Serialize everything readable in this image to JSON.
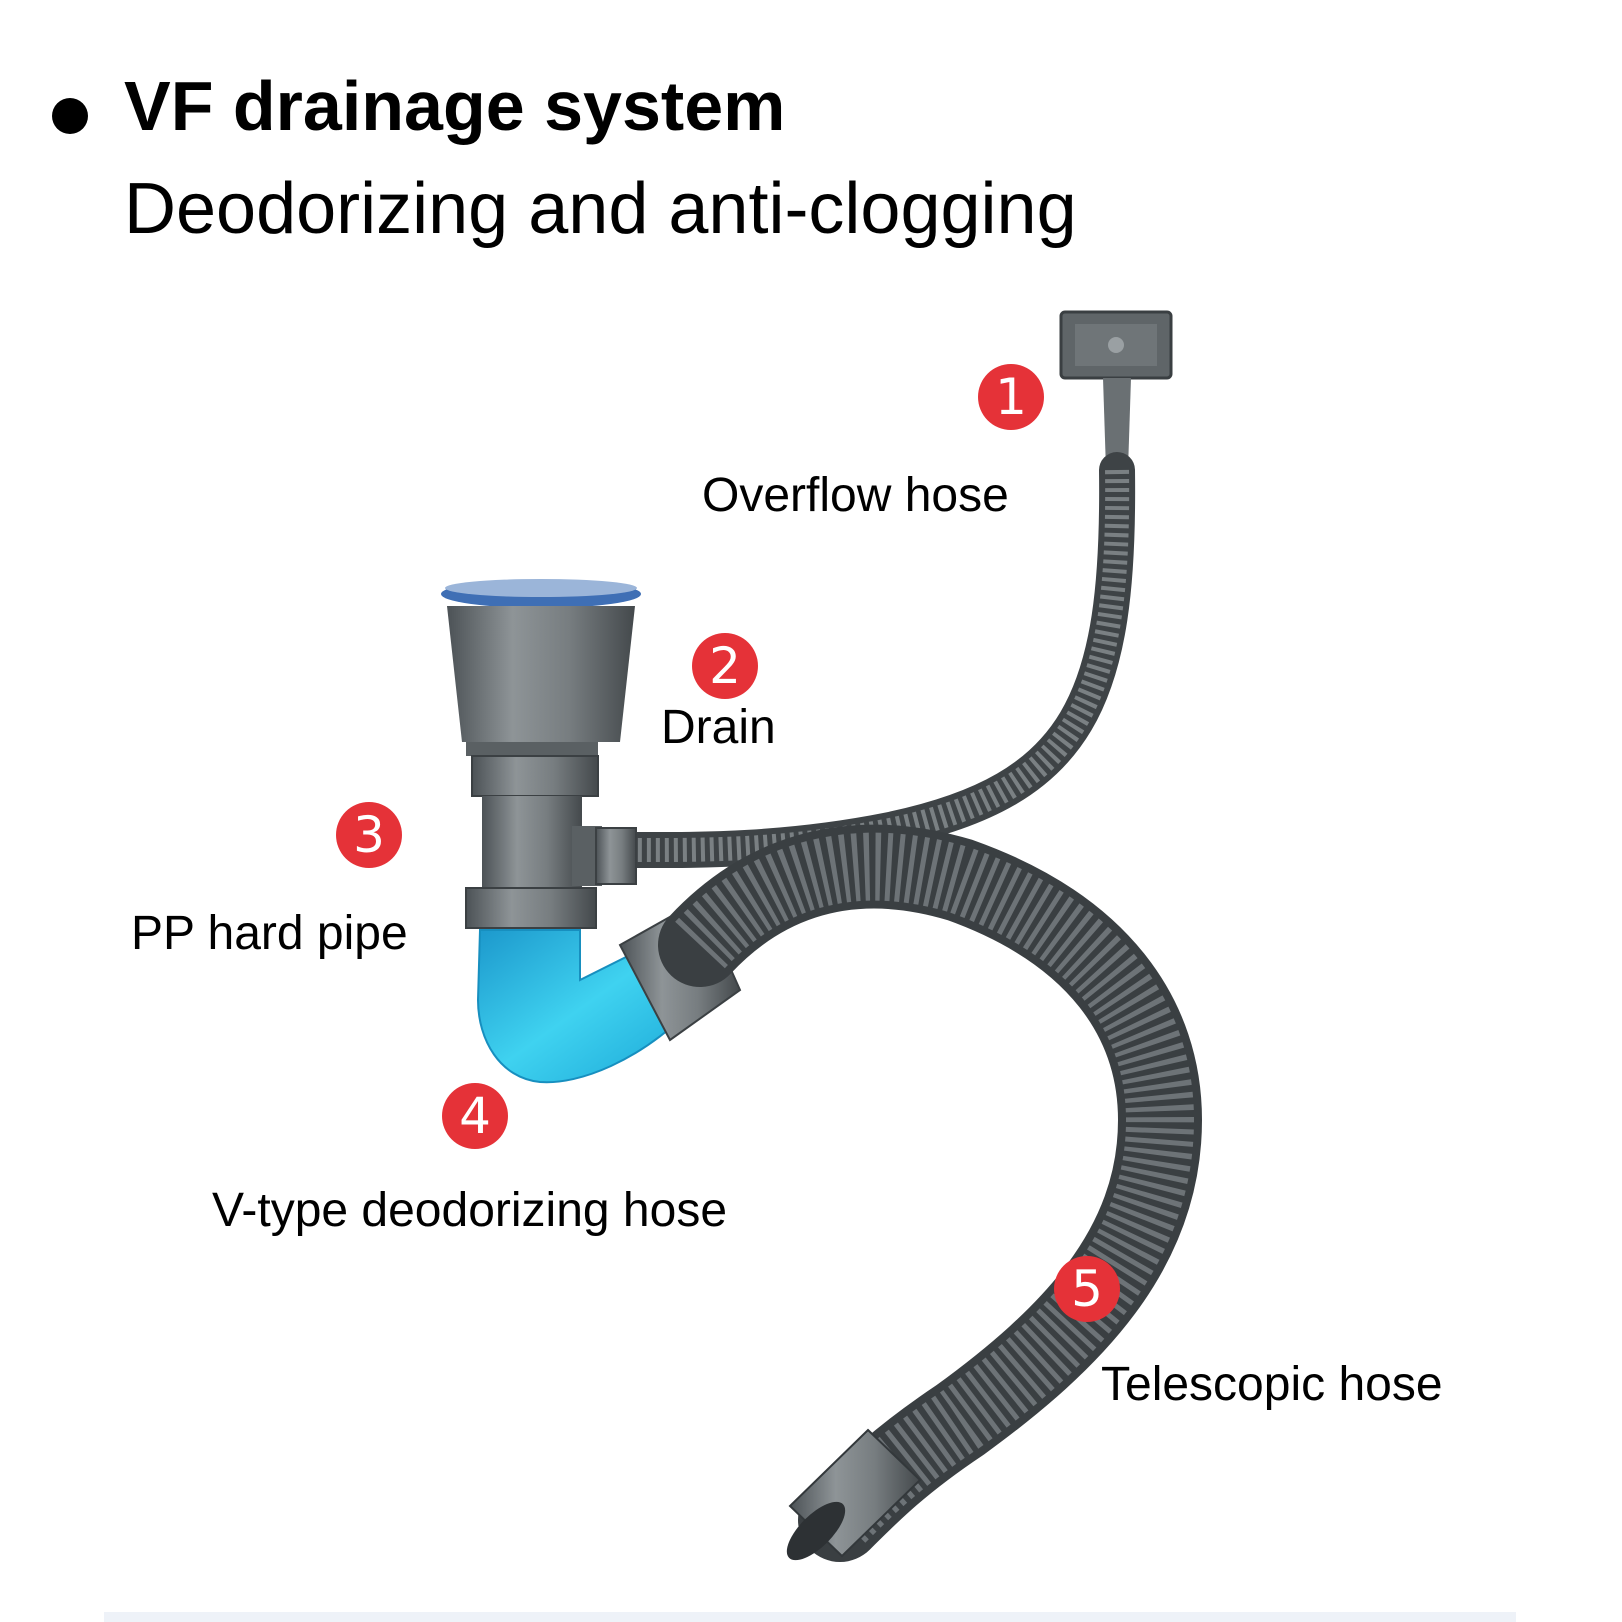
{
  "header": {
    "title": "VF drainage system",
    "subtitle": "Deodorizing and anti-clogging"
  },
  "parts": [
    {
      "number": "1",
      "label": "Overflow hose"
    },
    {
      "number": "2",
      "label": "Drain"
    },
    {
      "number": "3",
      "label": "PP hard pipe"
    },
    {
      "number": "4",
      "label": "V-type deodorizing hose"
    },
    {
      "number": "5",
      "label": "Telescopic hose"
    }
  ],
  "colors": {
    "badge": "#e53238",
    "pipe_gray": "#6e7478",
    "trap_blue": "#2bb7e0",
    "seal_blue": "#3f6fb5"
  }
}
